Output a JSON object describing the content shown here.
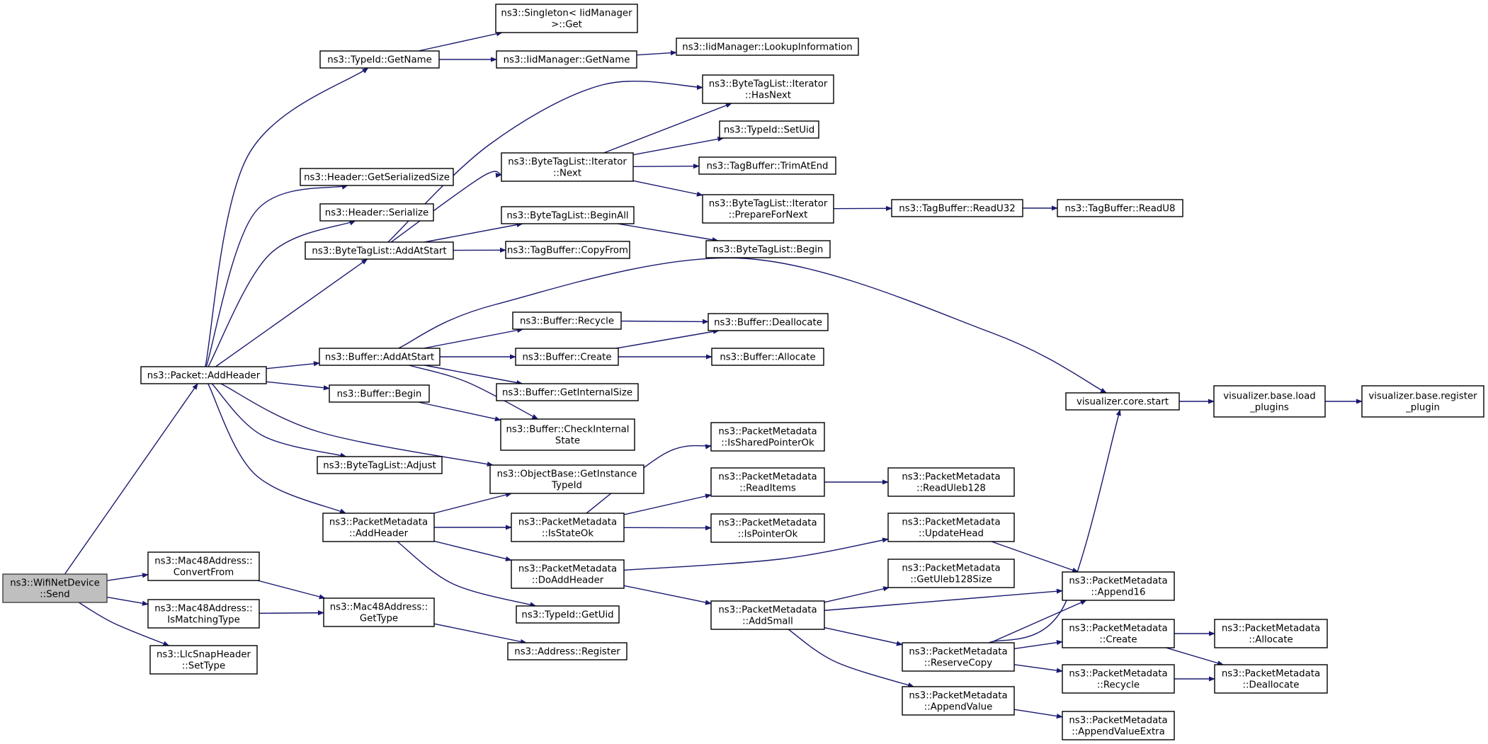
{
  "colors": {
    "edge": "#191970",
    "node_border": "#000000",
    "node_fill": "#ffffff",
    "root_fill": "#bfbfbf"
  },
  "nodes": [
    {
      "id": "send",
      "lines": [
        "ns3::WifiNetDevice",
        "::Send"
      ],
      "root": true
    },
    {
      "id": "addheader",
      "lines": [
        "ns3::Packet::AddHeader"
      ]
    },
    {
      "id": "convertfrom",
      "lines": [
        "ns3::Mac48Address::",
        "ConvertFrom"
      ]
    },
    {
      "id": "ismatching",
      "lines": [
        "ns3::Mac48Address::",
        "IsMatchingType"
      ]
    },
    {
      "id": "settype",
      "lines": [
        "ns3::LlcSnapHeader",
        "::SetType"
      ]
    },
    {
      "id": "gettype",
      "lines": [
        "ns3::Mac48Address::",
        "GetType"
      ]
    },
    {
      "id": "register",
      "lines": [
        "ns3::Address::Register"
      ]
    },
    {
      "id": "typeid_getname",
      "lines": [
        "ns3::TypeId::GetName"
      ]
    },
    {
      "id": "singleton_get",
      "lines": [
        "ns3::Singleton< IidManager",
        ">::Get"
      ]
    },
    {
      "id": "iid_getname",
      "lines": [
        "ns3::IidManager::GetName"
      ]
    },
    {
      "id": "lookupinfo",
      "lines": [
        "ns3::IidManager::LookupInformation"
      ]
    },
    {
      "id": "hdr_getsize",
      "lines": [
        "ns3::Header::GetSerializedSize"
      ]
    },
    {
      "id": "hdr_serialize",
      "lines": [
        "ns3::Header::Serialize"
      ]
    },
    {
      "id": "btl_addatstart",
      "lines": [
        "ns3::ByteTagList::AddAtStart"
      ]
    },
    {
      "id": "btl_hasnext",
      "lines": [
        "ns3::ByteTagList::Iterator",
        "::HasNext"
      ]
    },
    {
      "id": "btl_next",
      "lines": [
        "ns3::ByteTagList::Iterator",
        "::Next"
      ]
    },
    {
      "id": "typeid_setuid",
      "lines": [
        "ns3::TypeId::SetUid"
      ]
    },
    {
      "id": "tb_trimatend",
      "lines": [
        "ns3::TagBuffer::TrimAtEnd"
      ]
    },
    {
      "id": "btl_prepare",
      "lines": [
        "ns3::ByteTagList::Iterator",
        "::PrepareForNext"
      ]
    },
    {
      "id": "tb_readu32",
      "lines": [
        "ns3::TagBuffer::ReadU32"
      ]
    },
    {
      "id": "tb_readu8",
      "lines": [
        "ns3::TagBuffer::ReadU8"
      ]
    },
    {
      "id": "btl_beginall",
      "lines": [
        "ns3::ByteTagList::BeginAll"
      ]
    },
    {
      "id": "btl_begin",
      "lines": [
        "ns3::ByteTagList::Begin"
      ]
    },
    {
      "id": "tb_copyfrom",
      "lines": [
        "ns3::TagBuffer::CopyFrom"
      ]
    },
    {
      "id": "buf_addatstart",
      "lines": [
        "ns3::Buffer::AddAtStart"
      ]
    },
    {
      "id": "buf_recycle",
      "lines": [
        "ns3::Buffer::Recycle"
      ]
    },
    {
      "id": "buf_dealloc",
      "lines": [
        "ns3::Buffer::Deallocate"
      ]
    },
    {
      "id": "buf_create",
      "lines": [
        "ns3::Buffer::Create"
      ]
    },
    {
      "id": "buf_alloc",
      "lines": [
        "ns3::Buffer::Allocate"
      ]
    },
    {
      "id": "buf_getinternalsize",
      "lines": [
        "ns3::Buffer::GetInternalSize"
      ]
    },
    {
      "id": "buf_begin",
      "lines": [
        "ns3::Buffer::Begin"
      ]
    },
    {
      "id": "buf_checkinternal",
      "lines": [
        "ns3::Buffer::CheckInternal",
        "State"
      ]
    },
    {
      "id": "btl_adjust",
      "lines": [
        "ns3::ByteTagList::Adjust"
      ]
    },
    {
      "id": "ob_getinstancetypeid",
      "lines": [
        "ns3::ObjectBase::GetInstance",
        "TypeId"
      ]
    },
    {
      "id": "pm_addheader",
      "lines": [
        "ns3::PacketMetadata",
        "::AddHeader"
      ]
    },
    {
      "id": "pm_isstateok",
      "lines": [
        "ns3::PacketMetadata",
        "::IsStateOk"
      ]
    },
    {
      "id": "pm_doaddheader",
      "lines": [
        "ns3::PacketMetadata",
        "::DoAddHeader"
      ]
    },
    {
      "id": "typeid_getuid",
      "lines": [
        "ns3::TypeId::GetUid"
      ]
    },
    {
      "id": "pm_issharedptr",
      "lines": [
        "ns3::PacketMetadata",
        "::IsSharedPointerOk"
      ]
    },
    {
      "id": "pm_readitems",
      "lines": [
        "ns3::PacketMetadata",
        "::ReadItems"
      ]
    },
    {
      "id": "pm_ispointerok",
      "lines": [
        "ns3::PacketMetadata",
        "::IsPointerOk"
      ]
    },
    {
      "id": "pm_readuleb128",
      "lines": [
        "ns3::PacketMetadata",
        "::ReadUleb128"
      ]
    },
    {
      "id": "pm_updatehead",
      "lines": [
        "ns3::PacketMetadata",
        "::UpdateHead"
      ]
    },
    {
      "id": "pm_getuleb128size",
      "lines": [
        "ns3::PacketMetadata",
        "::GetUleb128Size"
      ]
    },
    {
      "id": "pm_addsmall",
      "lines": [
        "ns3::PacketMetadata",
        "::AddSmall"
      ]
    },
    {
      "id": "pm_reservecopy",
      "lines": [
        "ns3::PacketMetadata",
        "::ReserveCopy"
      ]
    },
    {
      "id": "pm_appendvalue",
      "lines": [
        "ns3::PacketMetadata",
        "::AppendValue"
      ]
    },
    {
      "id": "pm_append16",
      "lines": [
        "ns3::PacketMetadata",
        "::Append16"
      ]
    },
    {
      "id": "pm_create",
      "lines": [
        "ns3::PacketMetadata",
        "::Create"
      ]
    },
    {
      "id": "pm_recycle",
      "lines": [
        "ns3::PacketMetadata",
        "::Recycle"
      ]
    },
    {
      "id": "pm_appendvalueextra",
      "lines": [
        "ns3::PacketMetadata",
        "::AppendValueExtra"
      ]
    },
    {
      "id": "pm_allocate",
      "lines": [
        "ns3::PacketMetadata",
        "::Allocate"
      ]
    },
    {
      "id": "pm_deallocate",
      "lines": [
        "ns3::PacketMetadata",
        "::Deallocate"
      ]
    },
    {
      "id": "vis_start",
      "lines": [
        "visualizer.core.start"
      ]
    },
    {
      "id": "vis_loadplugins",
      "lines": [
        "visualizer.base.load",
        "_plugins"
      ]
    },
    {
      "id": "vis_registerplugin",
      "lines": [
        "visualizer.base.register",
        "_plugin"
      ]
    }
  ],
  "edges": [
    [
      "send",
      "addheader"
    ],
    [
      "send",
      "convertfrom"
    ],
    [
      "send",
      "ismatching"
    ],
    [
      "send",
      "settype"
    ],
    [
      "convertfrom",
      "gettype"
    ],
    [
      "ismatching",
      "gettype"
    ],
    [
      "gettype",
      "register"
    ],
    [
      "addheader",
      "typeid_getname"
    ],
    [
      "addheader",
      "hdr_getsize"
    ],
    [
      "addheader",
      "hdr_serialize"
    ],
    [
      "addheader",
      "btl_addatstart"
    ],
    [
      "addheader",
      "buf_addatstart"
    ],
    [
      "addheader",
      "buf_begin"
    ],
    [
      "addheader",
      "btl_adjust"
    ],
    [
      "addheader",
      "ob_getinstancetypeid"
    ],
    [
      "addheader",
      "pm_addheader"
    ],
    [
      "typeid_getname",
      "singleton_get"
    ],
    [
      "typeid_getname",
      "iid_getname"
    ],
    [
      "iid_getname",
      "lookupinfo"
    ],
    [
      "btl_addatstart",
      "btl_hasnext"
    ],
    [
      "btl_addatstart",
      "btl_next"
    ],
    [
      "btl_addatstart",
      "btl_beginall"
    ],
    [
      "btl_addatstart",
      "tb_copyfrom"
    ],
    [
      "btl_next",
      "btl_hasnext"
    ],
    [
      "btl_next",
      "typeid_setuid"
    ],
    [
      "btl_next",
      "tb_trimatend"
    ],
    [
      "btl_next",
      "btl_prepare"
    ],
    [
      "btl_prepare",
      "tb_readu32"
    ],
    [
      "tb_readu32",
      "tb_readu8"
    ],
    [
      "btl_beginall",
      "btl_begin"
    ],
    [
      "buf_addatstart",
      "vis_start"
    ],
    [
      "buf_addatstart",
      "buf_recycle"
    ],
    [
      "buf_addatstart",
      "buf_create"
    ],
    [
      "buf_addatstart",
      "buf_getinternalsize"
    ],
    [
      "buf_addatstart",
      "buf_checkinternal"
    ],
    [
      "buf_recycle",
      "buf_dealloc"
    ],
    [
      "buf_create",
      "buf_dealloc"
    ],
    [
      "buf_create",
      "buf_alloc"
    ],
    [
      "buf_begin",
      "buf_checkinternal"
    ],
    [
      "pm_addheader",
      "ob_getinstancetypeid"
    ],
    [
      "pm_addheader",
      "pm_isstateok"
    ],
    [
      "pm_addheader",
      "pm_doaddheader"
    ],
    [
      "pm_addheader",
      "typeid_getuid"
    ],
    [
      "pm_isstateok",
      "pm_issharedptr"
    ],
    [
      "pm_isstateok",
      "pm_readitems"
    ],
    [
      "pm_isstateok",
      "pm_ispointerok"
    ],
    [
      "pm_readitems",
      "pm_readuleb128"
    ],
    [
      "pm_doaddheader",
      "pm_updatehead"
    ],
    [
      "pm_doaddheader",
      "pm_addsmall"
    ],
    [
      "pm_updatehead",
      "pm_append16"
    ],
    [
      "pm_addsmall",
      "pm_getuleb128size"
    ],
    [
      "pm_addsmall",
      "pm_append16"
    ],
    [
      "pm_addsmall",
      "pm_reservecopy"
    ],
    [
      "pm_addsmall",
      "pm_appendvalue"
    ],
    [
      "pm_reservecopy",
      "vis_start"
    ],
    [
      "pm_reservecopy",
      "pm_append16"
    ],
    [
      "pm_reservecopy",
      "pm_create"
    ],
    [
      "pm_reservecopy",
      "pm_recycle"
    ],
    [
      "pm_appendvalue",
      "pm_appendvalueextra"
    ],
    [
      "pm_create",
      "pm_allocate"
    ],
    [
      "pm_create",
      "pm_deallocate"
    ],
    [
      "pm_recycle",
      "pm_deallocate"
    ],
    [
      "vis_start",
      "vis_loadplugins"
    ],
    [
      "vis_loadplugins",
      "vis_registerplugin"
    ]
  ]
}
